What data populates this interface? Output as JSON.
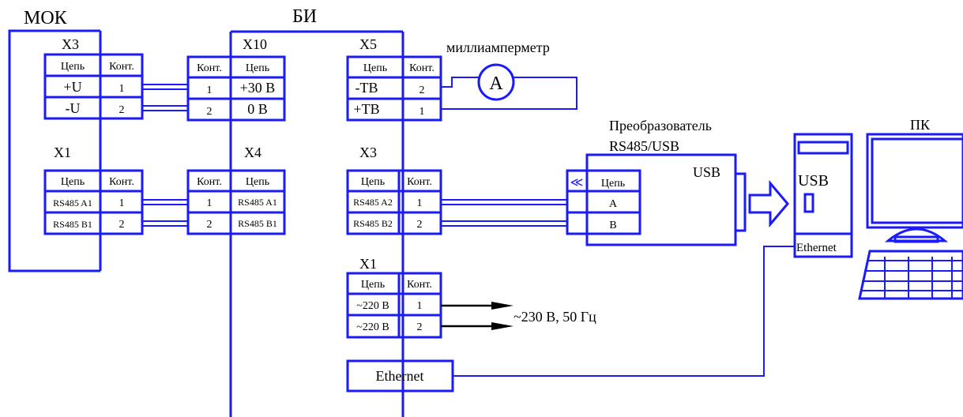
{
  "labels": {
    "mok": "МОК",
    "bi": "БИ",
    "mok_x3": "X3",
    "mok_x1": "X1",
    "bi_x10": "X10",
    "bi_x4": "X4",
    "bi_x5": "X5",
    "bi_x3": "X3",
    "bi_x1": "X1",
    "milliammeter": "миллиамперметр",
    "ammeter_symbol": "A",
    "converter_line1": "Преобразователь",
    "converter_line2": "RS485/USB",
    "converter_usb": "USB",
    "converter_arrow": "≪",
    "pc": "ПК",
    "pc_usb": "USB",
    "pc_ethernet": "Ethernet",
    "ethernet_block": "Ethernet",
    "power_supply": "~230 В, 50 Гц"
  },
  "headers": {
    "chain": "Цепь",
    "contact": "Конт."
  },
  "mok_x3_rows": [
    {
      "chain": "+U",
      "contact": "1"
    },
    {
      "chain": "-U",
      "contact": "2"
    }
  ],
  "mok_x1_rows": [
    {
      "chain": "RS485 A1",
      "contact": "1"
    },
    {
      "chain": "RS485 B1",
      "contact": "2"
    }
  ],
  "bi_x10_rows": [
    {
      "contact": "1",
      "chain": "+30 В"
    },
    {
      "contact": "2",
      "chain": "0 В"
    }
  ],
  "bi_x4_rows": [
    {
      "contact": "1",
      "chain": "RS485 A1"
    },
    {
      "contact": "2",
      "chain": "RS485 B1"
    }
  ],
  "bi_x5_rows": [
    {
      "chain": "-ТВ",
      "contact": "2"
    },
    {
      "chain": "+ТВ",
      "contact": "1"
    }
  ],
  "bi_x3_rows": [
    {
      "chain": "RS485 A2",
      "contact": "1"
    },
    {
      "chain": "RS485 B2",
      "contact": "2"
    }
  ],
  "bi_x1_rows": [
    {
      "chain": "~220 В",
      "contact": "1"
    },
    {
      "chain": "~220 В",
      "contact": "2"
    }
  ],
  "converter_rows": [
    "A",
    "B"
  ]
}
